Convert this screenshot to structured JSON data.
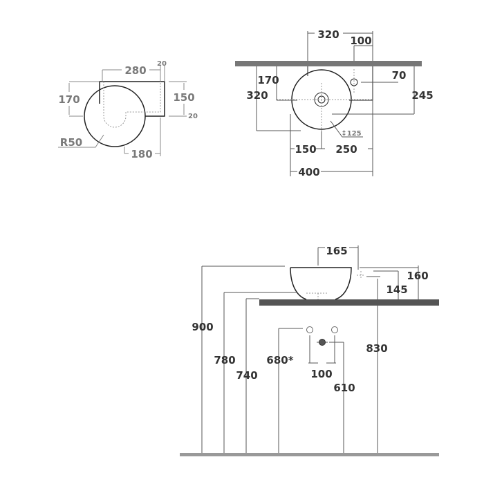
{
  "top_view_left": {
    "d280": "280",
    "d20_top": "20",
    "d170": "170",
    "d150": "150",
    "d20_side": "20",
    "r50": "R50",
    "d180": "180"
  },
  "top_view_right": {
    "d320_top": "320",
    "d100": "100",
    "d170": "170",
    "d320_left": "320",
    "d70": "70",
    "d245": "245",
    "d125": "↕125",
    "d150": "150",
    "d250": "250",
    "d400": "400"
  },
  "side_view": {
    "d165": "165",
    "d160": "160",
    "d145": "145",
    "d900": "900",
    "d780": "780",
    "d740": "740",
    "d680": "680*",
    "d100": "100",
    "d610": "610",
    "d830": "830"
  },
  "colors": {
    "counter": "#777777",
    "floor": "#999999",
    "text": "#333333",
    "secondary_text": "#7a7a7a"
  }
}
